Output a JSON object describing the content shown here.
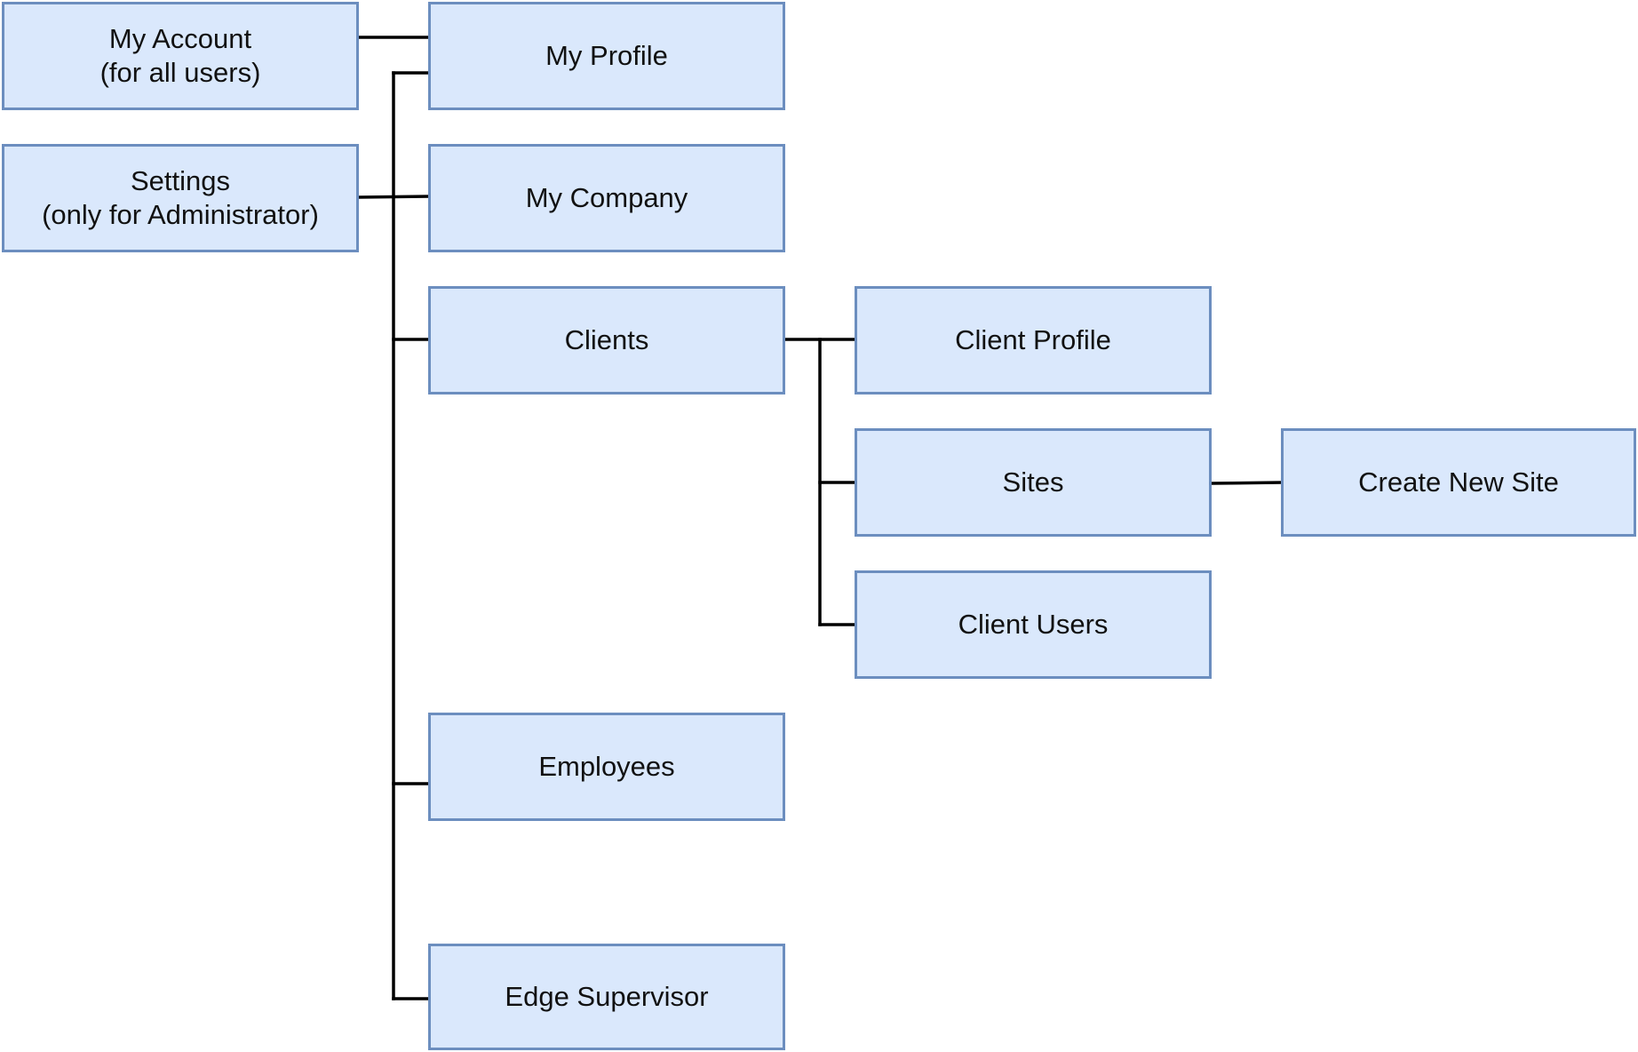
{
  "colors": {
    "node_fill": "#dae8fc",
    "node_border": "#6c8ebf",
    "connector": "#000000",
    "text": "#111111"
  },
  "nodes": {
    "my_account": "My Account\n(for all users)",
    "settings": "Settings\n(only for Administrator)",
    "my_profile": "My Profile",
    "my_company": "My Company",
    "clients": "Clients",
    "employees": "Employees",
    "edge_supervisor": "Edge Supervisor",
    "client_profile": "Client Profile",
    "sites": "Sites",
    "client_users": "Client Users",
    "create_new_site": "Create New Site"
  }
}
